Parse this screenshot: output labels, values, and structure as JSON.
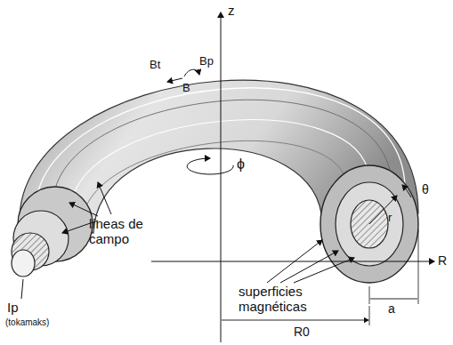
{
  "diagram": {
    "labels": [
      "z",
      "Bt",
      "Bp",
      "B",
      "ϕ",
      "líneas de campo",
      "Ip",
      "(tokamaks)",
      "superficies magnéticas",
      "r",
      "θ",
      "R",
      "a",
      "R0"
    ]
  }
}
